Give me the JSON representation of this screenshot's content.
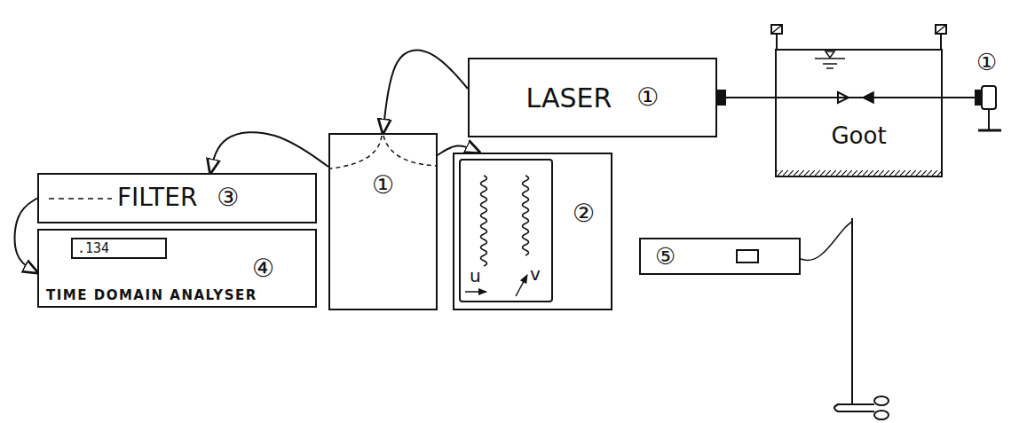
{
  "diagram": {
    "nodes": [
      {
        "text": [
          "LASER",
          "①"
        ]
      },
      {
        "text": [
          "Goot"
        ]
      },
      {
        "text": [
          "①"
        ]
      },
      {
        "text": [
          "②"
        ]
      },
      {
        "text": [
          "FILTER",
          "③"
        ]
      },
      {
        "text": [
          "④",
          "TIME DOMAIN ANALYSER"
        ]
      },
      {
        "text": [
          ".134"
        ],
        "in": 5
      },
      {
        "text": [
          "⑤"
        ]
      }
    ],
    "edges": [
      {
        "from": 0,
        "to": 2,
        "arrow": "to"
      },
      {
        "from": 2,
        "to": 4,
        "arrow": "to"
      },
      {
        "from": 2,
        "to": 3,
        "arrow": "to"
      },
      {
        "from": 4,
        "to": 5,
        "arrow": "to"
      },
      {
        "from": 0,
        "to": 1,
        "arrow": "none"
      }
    ],
    "labels": [
      "①",
      "u",
      "v"
    ]
  }
}
